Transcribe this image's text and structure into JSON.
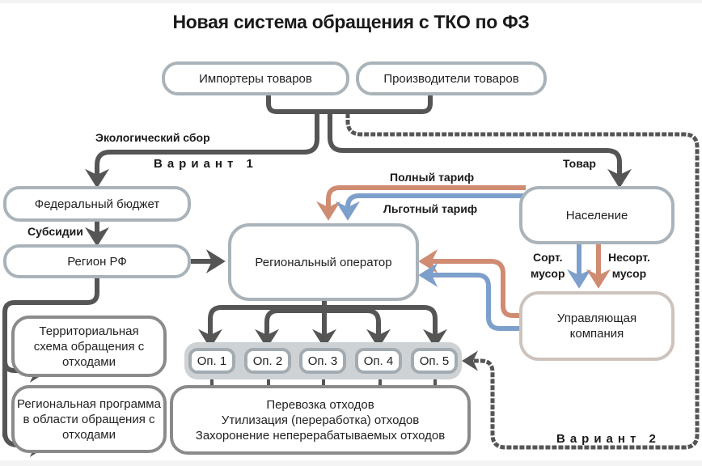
{
  "title": "Новая система обращения с ТКО по ФЗ",
  "colors": {
    "dark_arrow": "#555555",
    "full_tariff": "#d08c72",
    "benefit_tariff": "#7d9fcb",
    "box_border": "#a9b3b9",
    "operators_strip": "#cfd2d4"
  },
  "nodes": {
    "importers": "Импортеры товаров",
    "producers": "Производители товаров",
    "federal_budget": "Федеральный бюджет",
    "region": "Регион РФ",
    "regional_operator": "Региональный оператор",
    "population": "Население",
    "management_company": "Управляющая компания",
    "territorial_scheme": "Территориальная схема обращения с отходами",
    "regional_program": "Региональная программа в области обращения с отходами",
    "waste_activities": [
      "Перевозка отходов",
      "Утилизация (переработка) отходов",
      "Захоронение неперерабатываемых отходов"
    ]
  },
  "operators": [
    "Оп. 1",
    "Оп. 2",
    "Оп. 3",
    "Оп. 4",
    "Оп. 5"
  ],
  "edge_labels": {
    "eco_fee": "Экологический сбор",
    "variant1": "Вариант 1",
    "variant2": "Вариант 2",
    "goods": "Товар",
    "subsidies": "Субсидии",
    "full_tariff": "Полный тариф",
    "benefit_tariff": "Льготный тариф",
    "sorted_waste": [
      "Сорт.",
      "мусор"
    ],
    "unsorted_waste": [
      "Несорт.",
      "мусор"
    ]
  }
}
